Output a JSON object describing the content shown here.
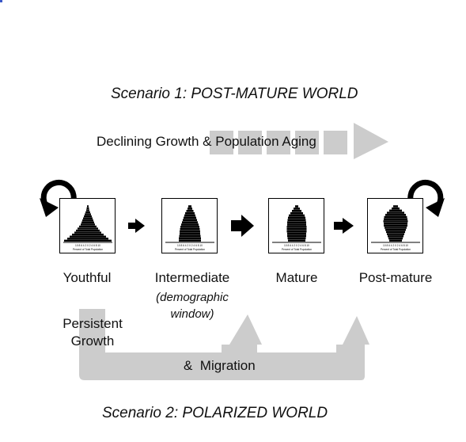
{
  "diagram": {
    "scenario1_title": "Scenario 1: POST-MATURE WORLD",
    "scenario2_title": "Scenario 2: POLARIZED WORLD",
    "top_arrow_label": "Declining Growth & Population Aging",
    "bottom_path_label": "&  Migration",
    "persistent_label": [
      "Persistent",
      "Growth"
    ],
    "stages": [
      {
        "name": "Youthful",
        "axis_caption": "Percent of Total Population",
        "ticks": "10 8 6 4 2 0 2 4 6 8 10"
      },
      {
        "name": "Intermediate",
        "axis_caption": "Percent of Total Population",
        "ticks": "10 8 6 4 2 0 2 4 6 8 10"
      },
      {
        "name": "Mature",
        "axis_caption": "Percent of Total Population",
        "ticks": "10 8 6 4 2 0 2 4 6 8 10"
      },
      {
        "name": "Post-mature",
        "axis_caption": "Percent of Total Population",
        "ticks": "10 8 6 4 2 0 2 4 6 8 10"
      }
    ],
    "intermediate_note": [
      "(demographic",
      "window)"
    ],
    "colors": {
      "arrow_gray": "#cccccc",
      "ink": "#000000"
    }
  }
}
